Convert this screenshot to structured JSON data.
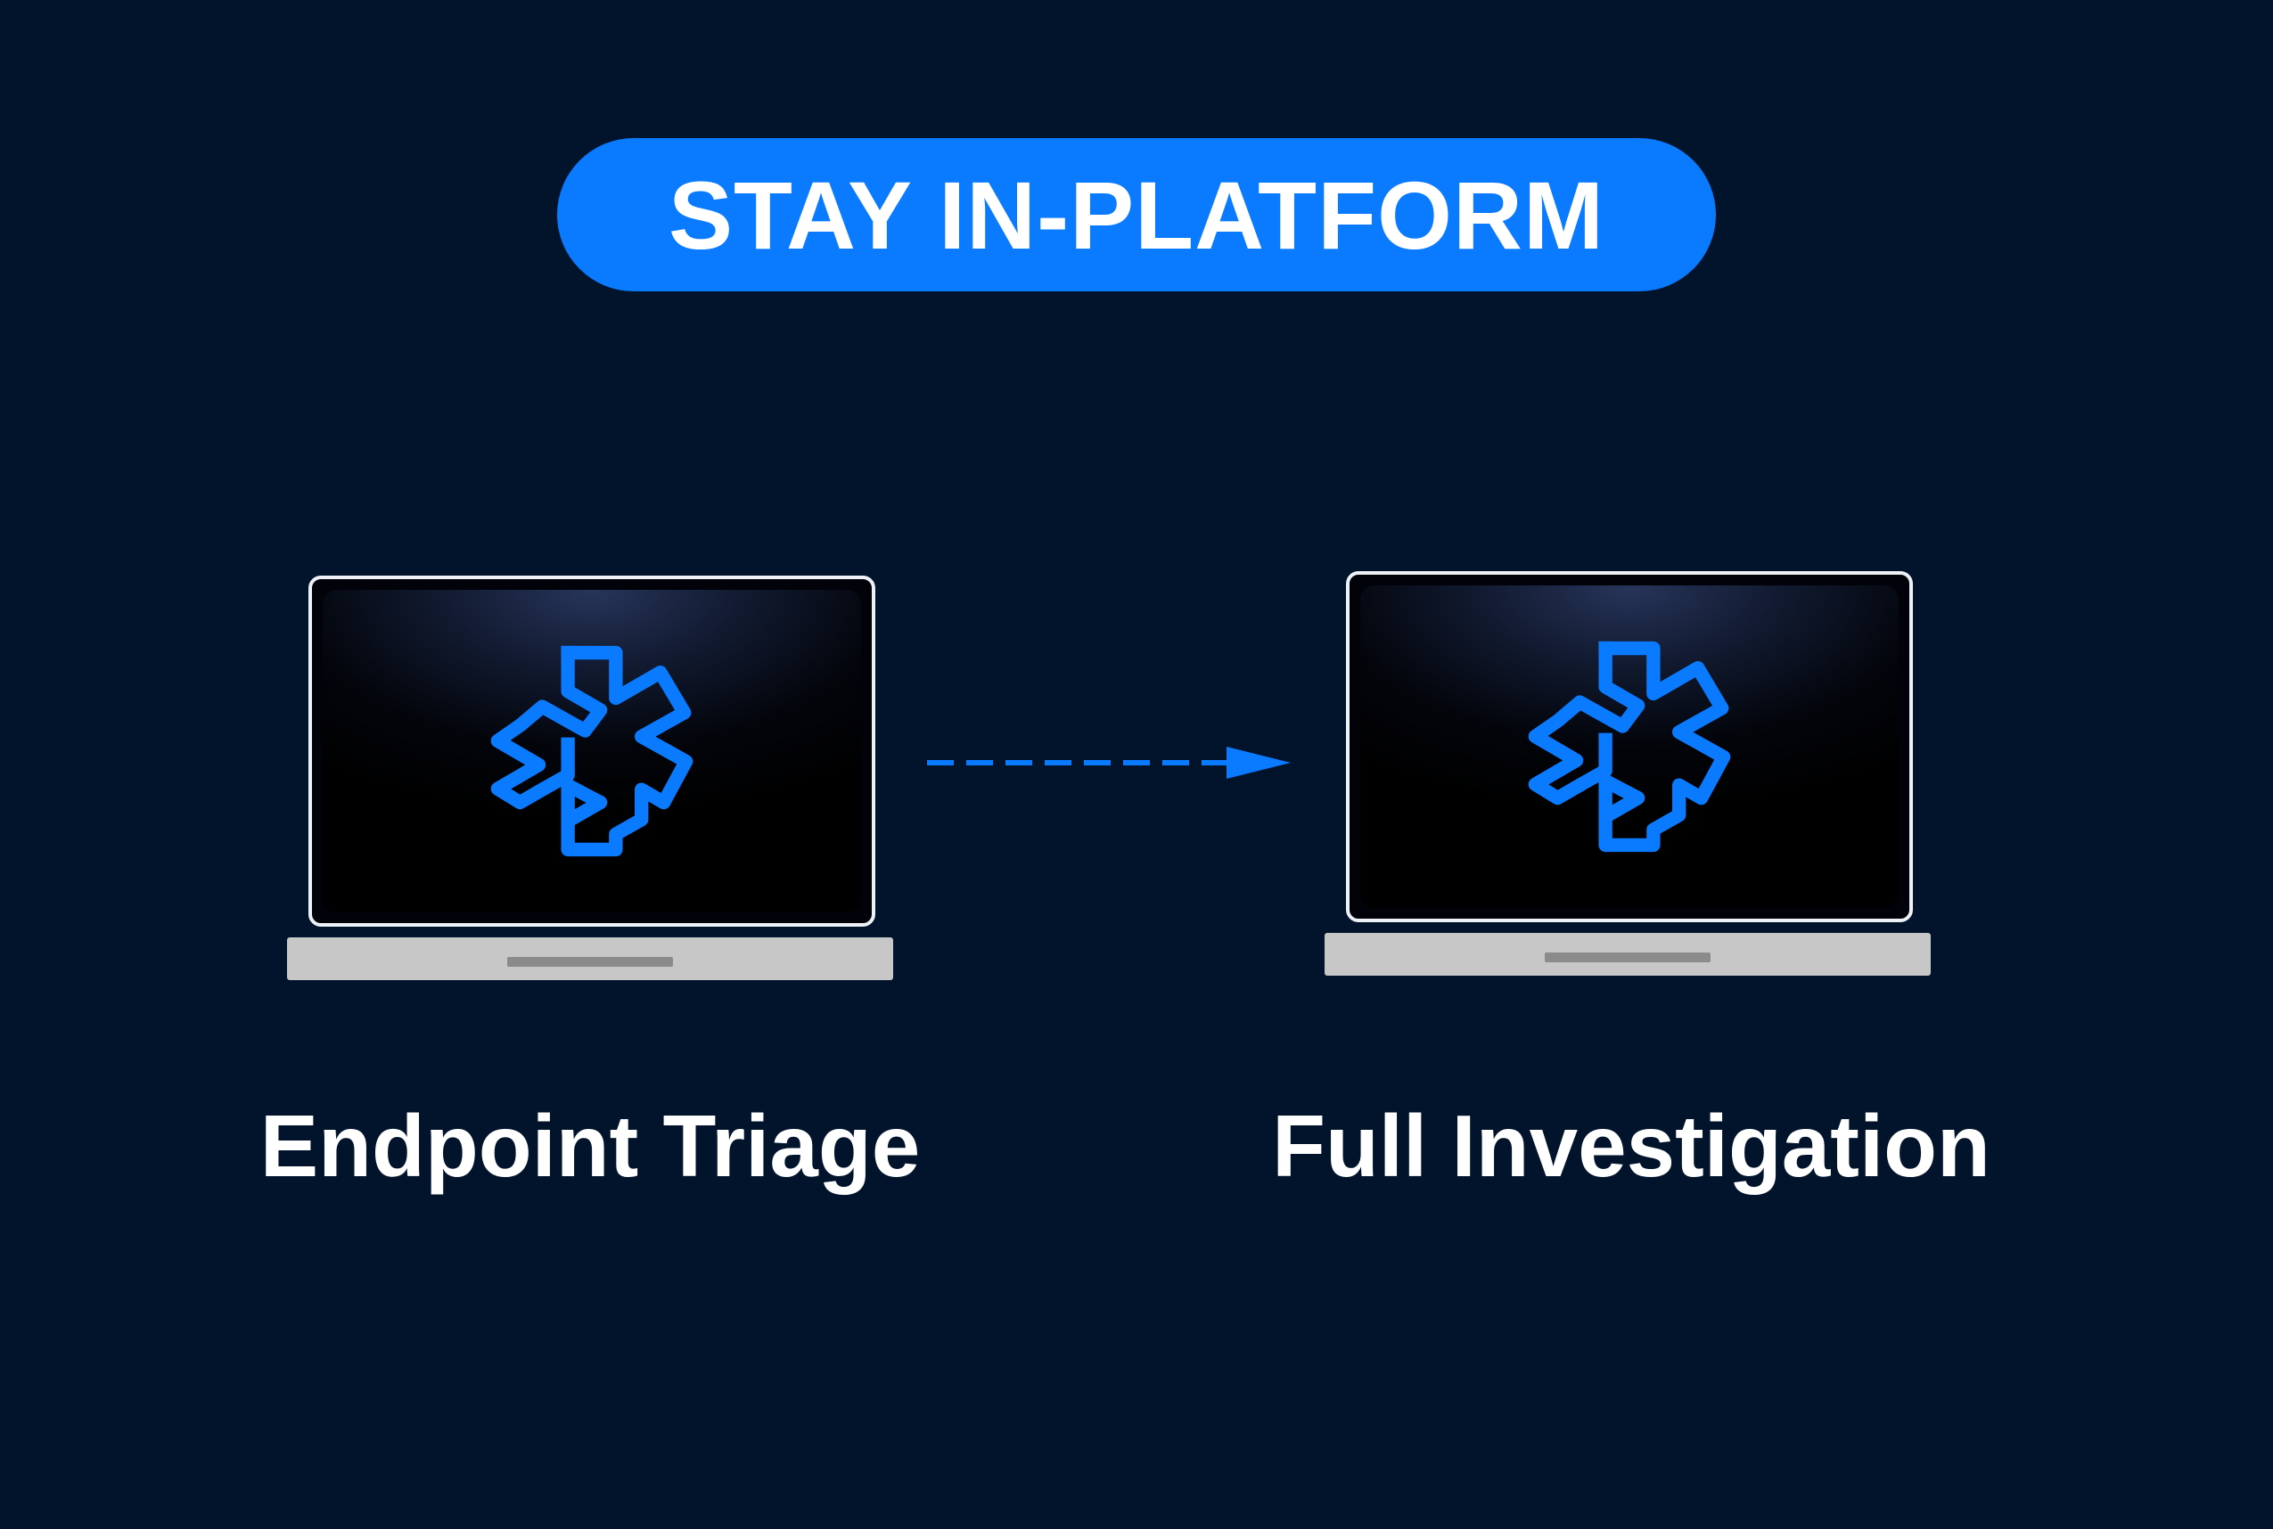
{
  "banner": {
    "label": "STAY IN-PLATFORM"
  },
  "stages": [
    {
      "label": "Endpoint Triage",
      "icon": "asterisk-shield-logo-icon"
    },
    {
      "label": "Full Investigation",
      "icon": "asterisk-shield-logo-icon"
    }
  ],
  "connector": {
    "icon": "dashed-arrow-right-icon"
  },
  "colors": {
    "background": "#02132c",
    "accent": "#0a7bff",
    "laptop_frame": "#eef2f7",
    "laptop_base": "#c7c7c7",
    "text": "#ffffff"
  }
}
